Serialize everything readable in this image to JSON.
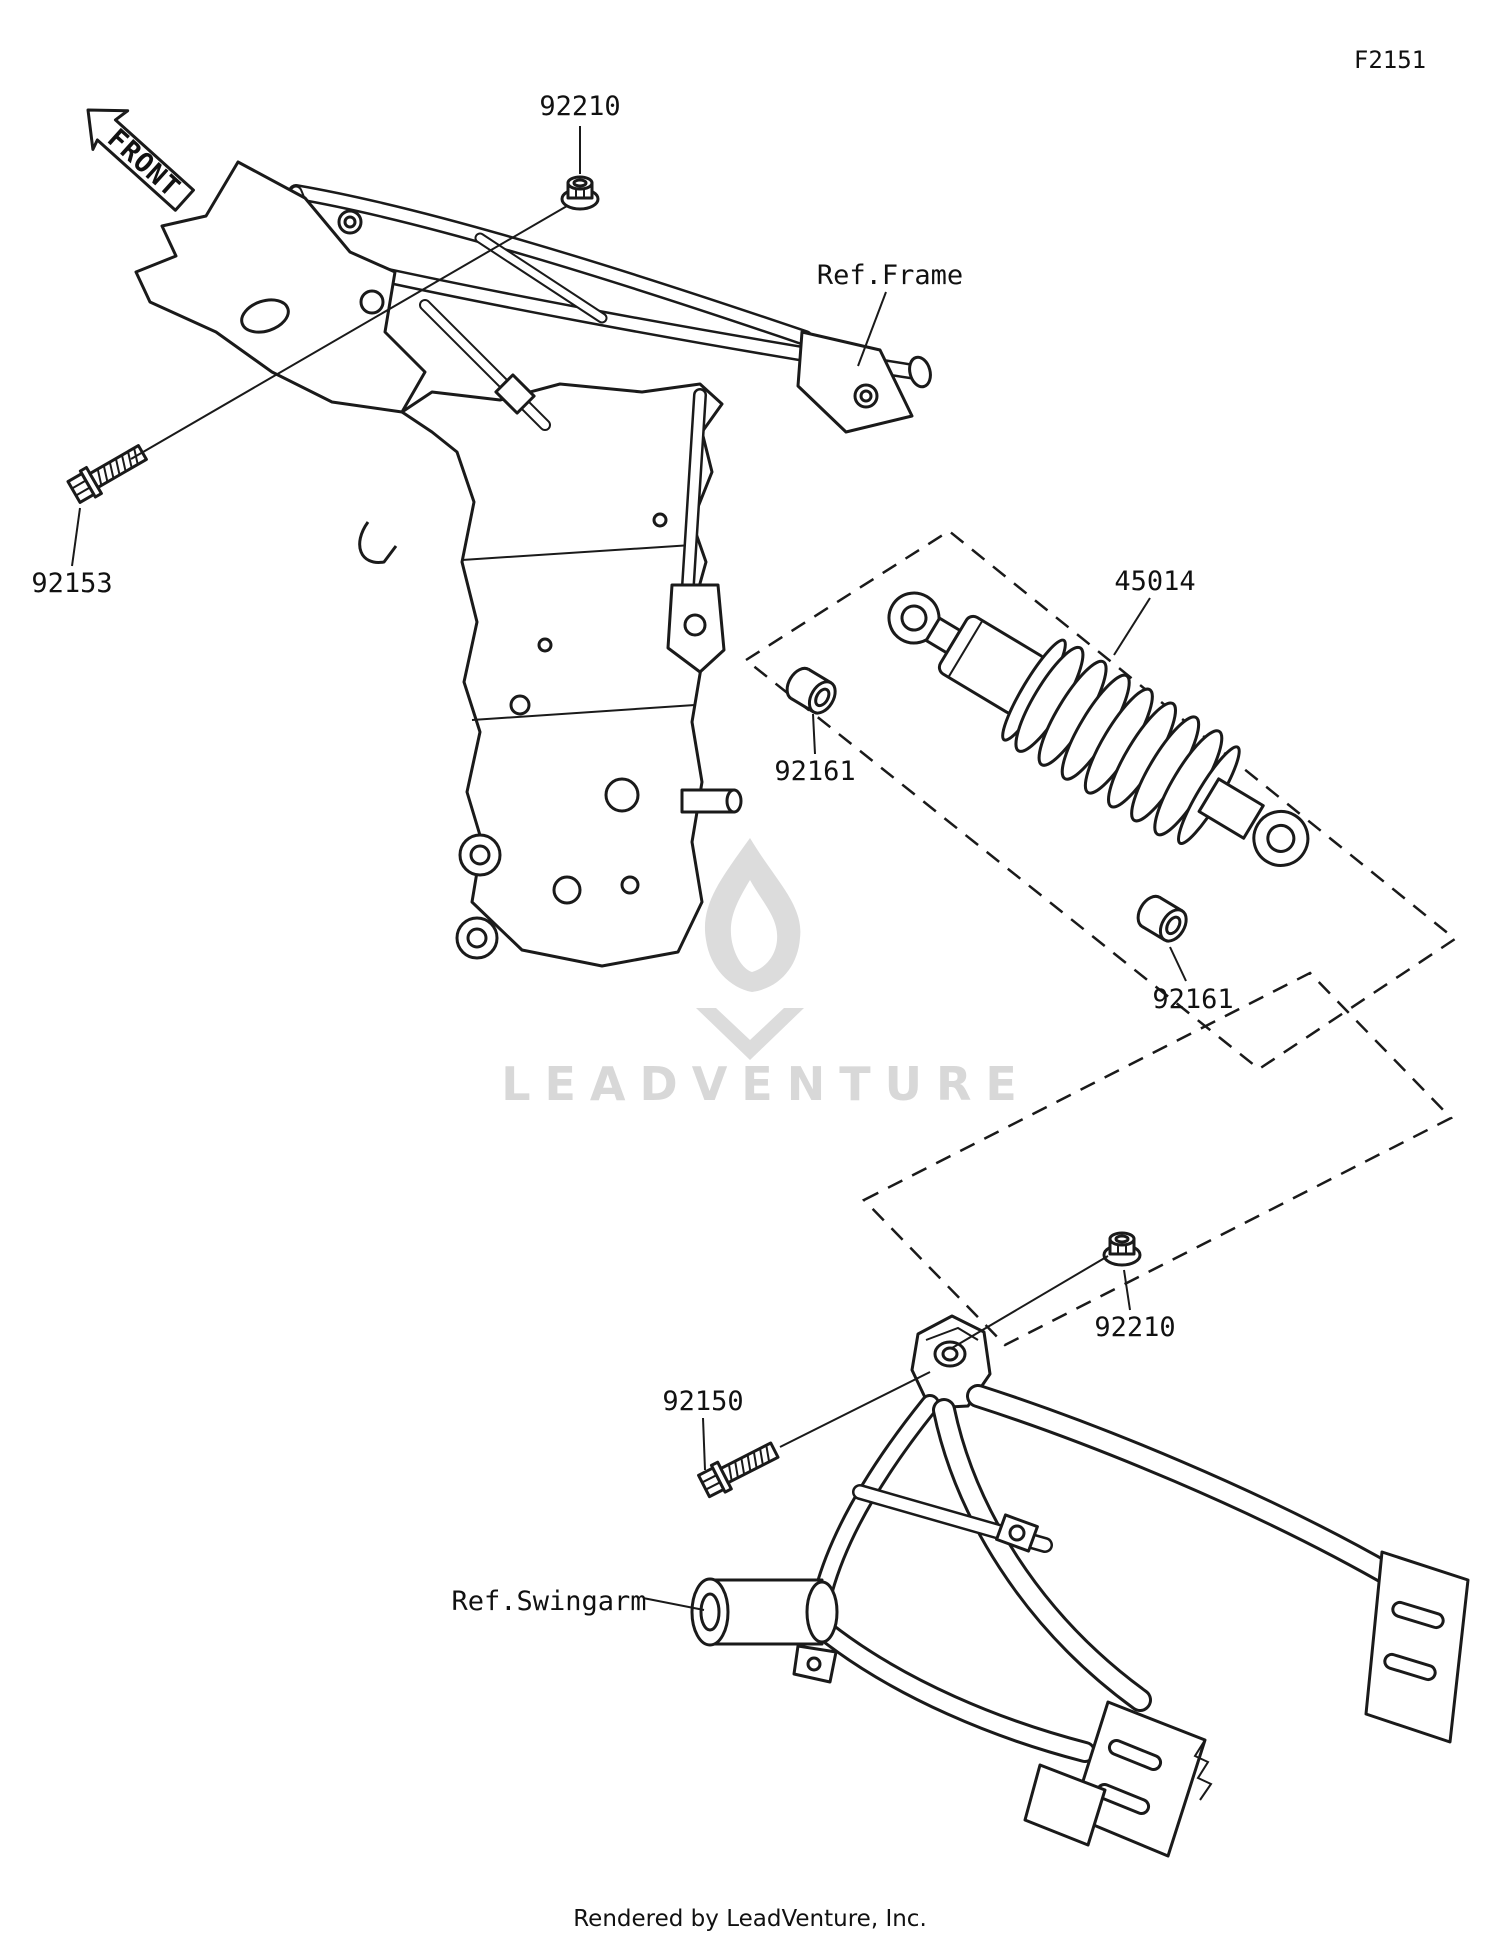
{
  "page": {
    "diagram_code": "F2151",
    "front_marker": "FRONT",
    "watermark_text": "LEADVENTURE",
    "footer_text": "Rendered by LeadVenture, Inc."
  },
  "part_labels": {
    "nut_upper": "92210",
    "ref_frame": "Ref.Frame",
    "bolt_frame": "92153",
    "shock_absorber": "45014",
    "bushing_upper": "92161",
    "bushing_lower": "92161",
    "nut_lower": "92210",
    "bolt_swingarm": "92150",
    "ref_swingarm": "Ref.Swingarm"
  },
  "colors": {
    "line": "#1a1a1a",
    "watermark": "#d8d8d8",
    "background": "#ffffff"
  }
}
